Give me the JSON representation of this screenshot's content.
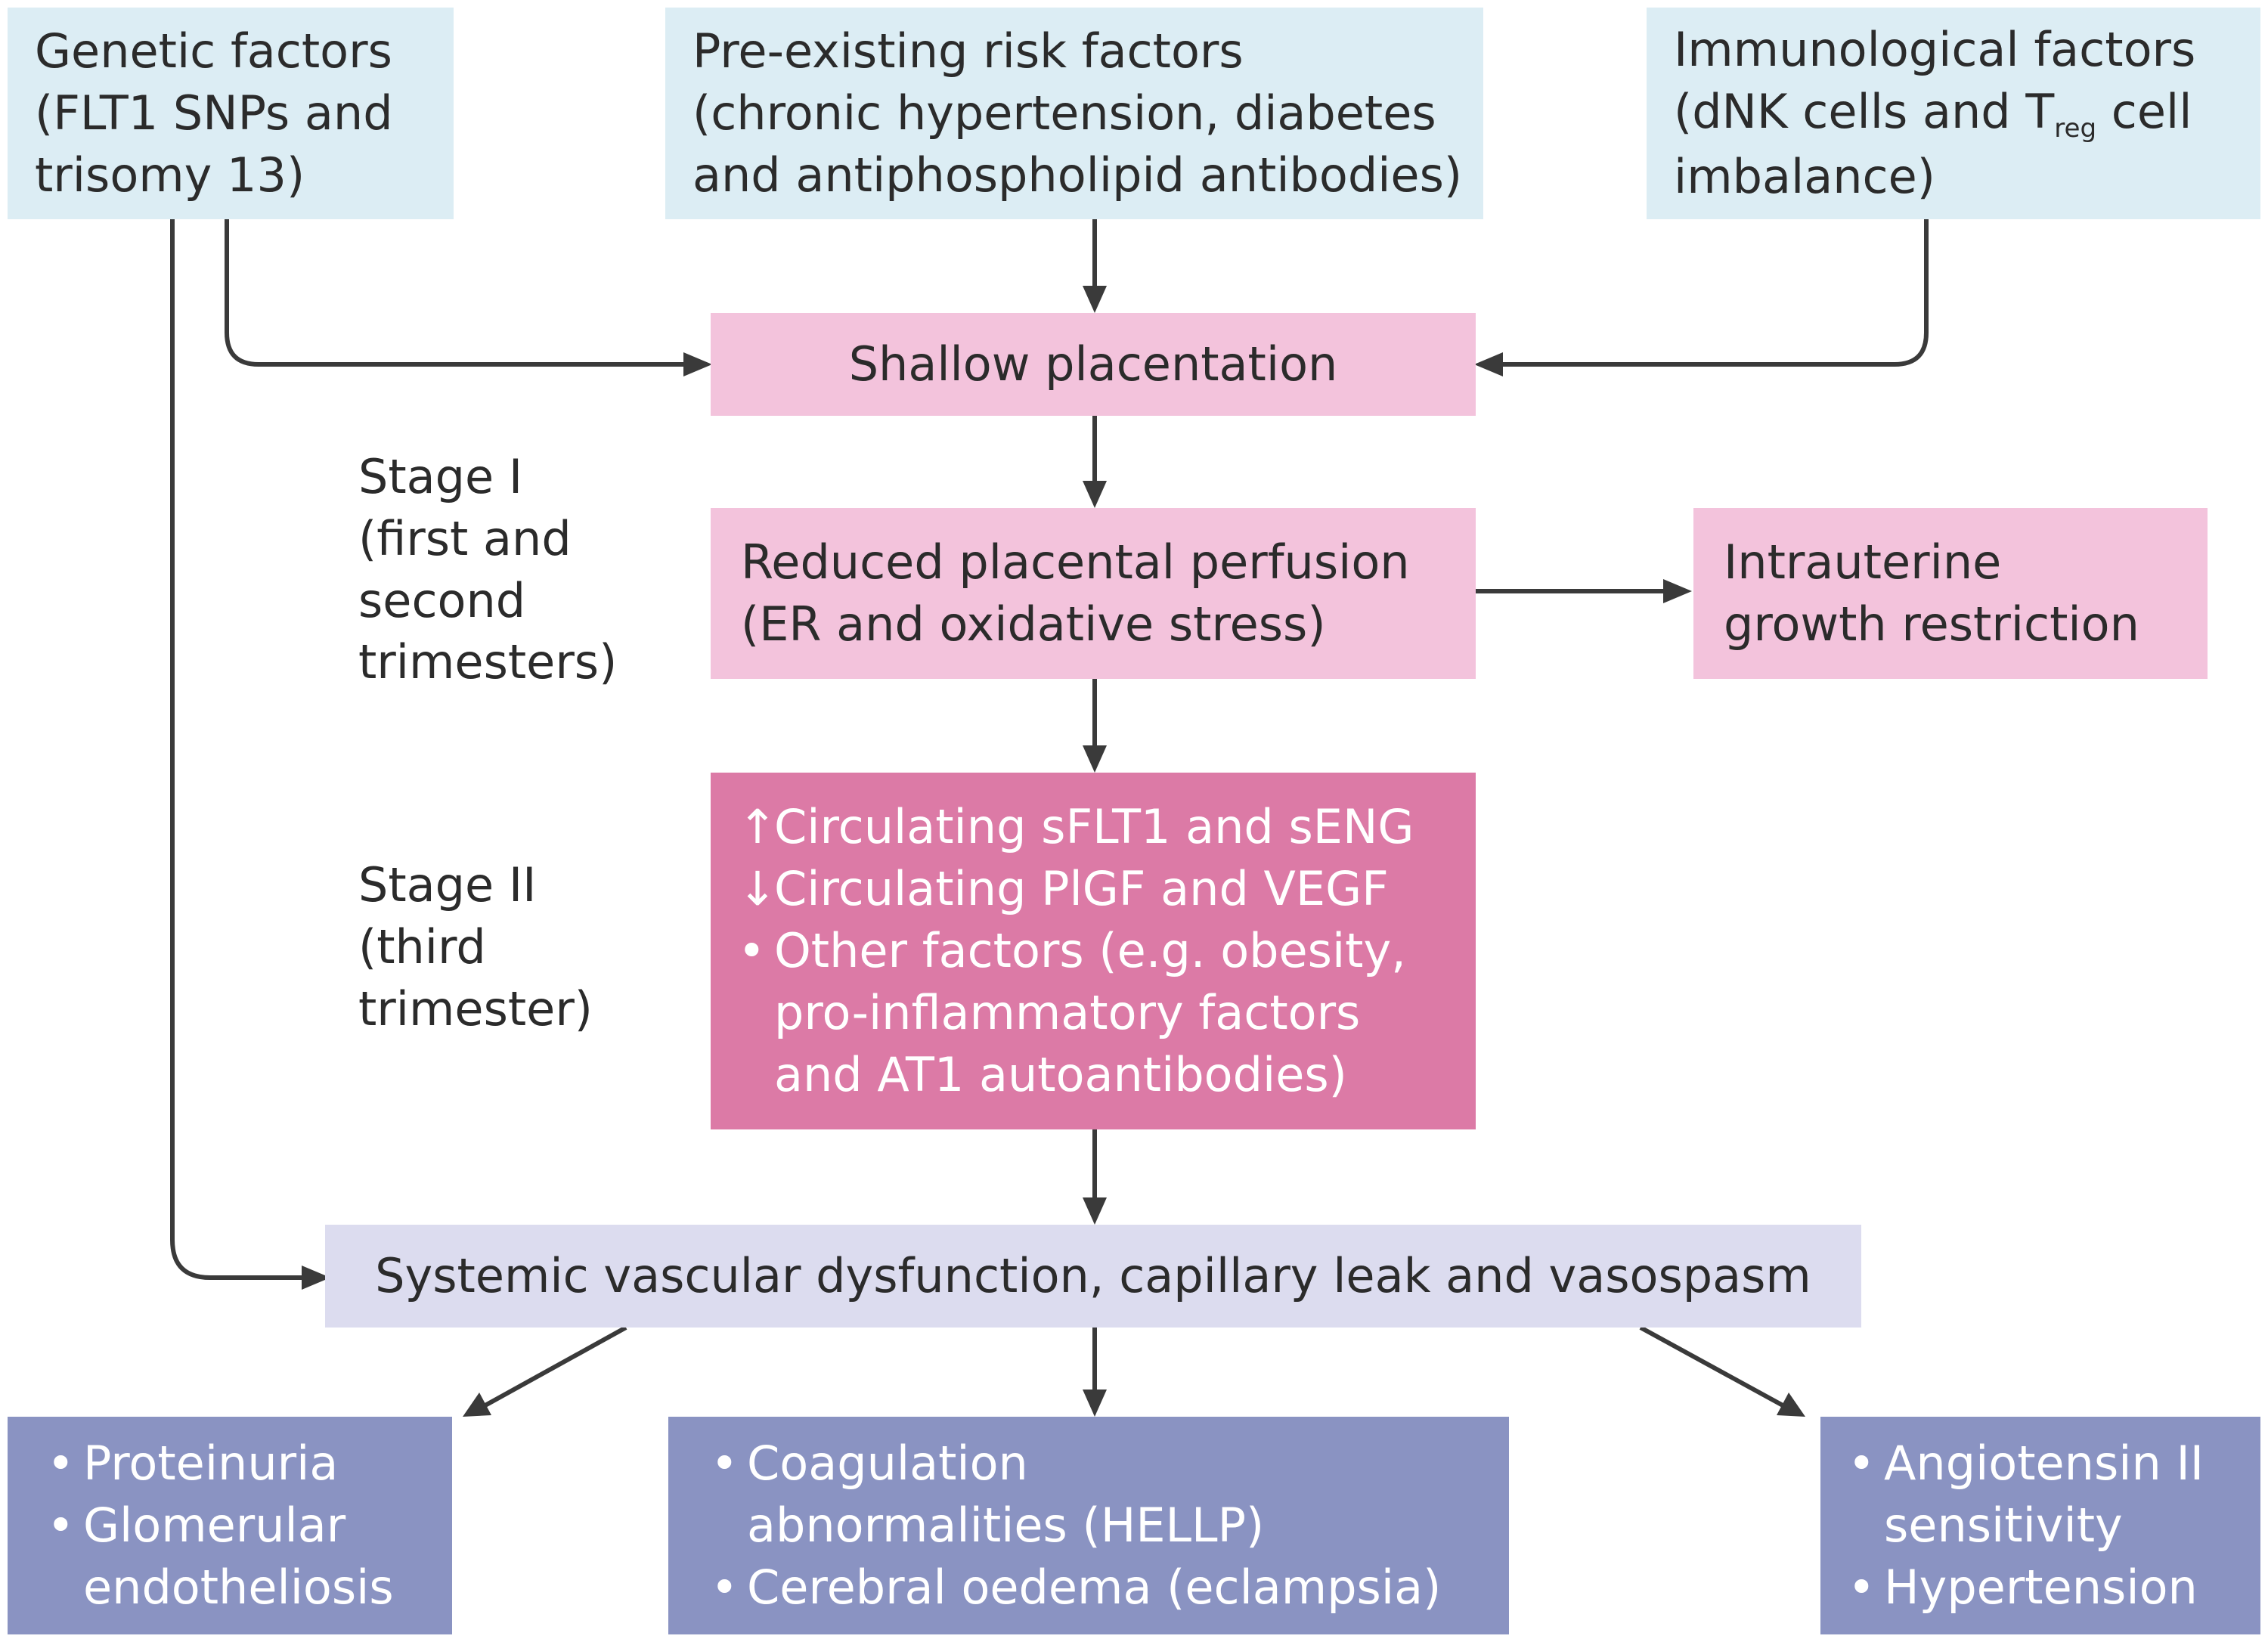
{
  "top": {
    "genetic": [
      "Genetic factors",
      "(FLT1 SNPs and",
      "trisomy 13)"
    ],
    "preexisting": [
      "Pre-existing risk factors",
      "(chronic hypertension, diabetes",
      "and antiphospholipid antibodies)"
    ],
    "immunological": {
      "line1": "Immunological factors",
      "line2_pre": "(dNK cells and T",
      "line2_sub": "reg",
      "line2_post": " cell",
      "line3": "imbalance)"
    }
  },
  "shallow": "Shallow placentation",
  "stage1": [
    "Stage I",
    "(first and",
    "second",
    "trimesters)"
  ],
  "reduced": [
    "Reduced placental perfusion",
    "(ER and oxidative stress)"
  ],
  "iugr": [
    "Intrauterine",
    "growth restriction"
  ],
  "stage2": [
    "Stage II",
    "(third",
    "trimester)"
  ],
  "circulating": {
    "up_mark": "↑",
    "up": "Circulating sFLT1 and sENG",
    "down_mark": "↓",
    "down": "Circulating PlGF and VEGF",
    "bullet": "•",
    "other": [
      "Other factors (e.g. obesity,",
      "pro-inflammatory factors",
      "and AT1 autoantibodies)"
    ]
  },
  "systemic": "Systemic vascular dysfunction, capillary leak and vasospasm",
  "outcomes": {
    "bullet": "•",
    "left": [
      [
        "Proteinuria"
      ],
      [
        "Glomerular",
        "endotheliosis"
      ]
    ],
    "middle": [
      [
        "Coagulation",
        "abnormalities (HELLP)"
      ],
      [
        "Cerebral oedema (eclampsia)"
      ]
    ],
    "right": [
      [
        "Angiotensin II",
        "sensitivity"
      ],
      [
        "Hypertension"
      ]
    ]
  },
  "colors": {
    "top_box": "#dcedf4",
    "pink_box": "#f3c3dc",
    "magenta_box": "#dc7aa6",
    "lavender_box": "#dcdcef",
    "outcome_box": "#8a93c2",
    "arrow": "#3a3a3a"
  }
}
